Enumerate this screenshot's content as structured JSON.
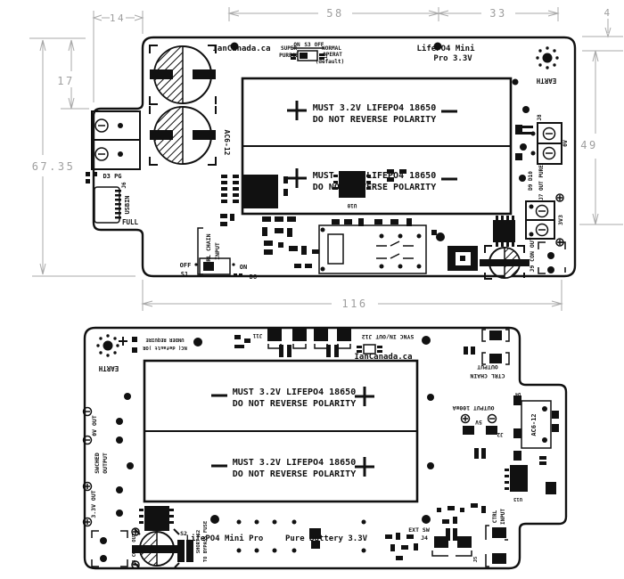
{
  "colors": {
    "silkscreen": "#111111",
    "dimension": "#9e9e9e",
    "background": "#ffffff"
  },
  "dims": {
    "w14": "14",
    "w58": "58",
    "w33": "33",
    "w4": "4",
    "h17": "17",
    "h6735": "67.35",
    "h49": "49",
    "w116": "116"
  },
  "battery_label": {
    "line1": "MUST 3.2V LIFEPO4 18650",
    "line2": "DO NOT REVERSE POLARITY"
  },
  "top": {
    "brand": "IanCanada.ca",
    "s3": {
      "left1": "SUPER",
      "left2": "PUREGE",
      "on": "ON",
      "ref": "S3",
      "off": "OFF",
      "pins": "12",
      "right1": "NORMAL",
      "right2": "OPERAT",
      "right3": "(default)"
    },
    "title1": "LifePO4 Mini",
    "title2": "Pro  3.3V",
    "earth": "EARTH",
    "ac": "AC6-12",
    "d3pg": "D3 PG",
    "j6": "J6",
    "usbin": "USBIN",
    "full": "FULL",
    "u10": "U10",
    "ctrl1": "CTRL CHAIN",
    "ctrl2": "INPUT",
    "s1_off": "OFF",
    "s1": "S1",
    "s1_on": "ON",
    "d8": "D8",
    "j8": "J8",
    "v0": "0V",
    "d9": "D9 D10",
    "j7": "J7 OUT PURE",
    "v33": "3V3",
    "j9": "J9 CON OUT"
  },
  "bottom": {
    "earth": "EARTH",
    "note1": "NC( default )OR",
    "note2": "UNDER REQUIRE",
    "j11": "J11",
    "j12": "SYNC IN/OUT J12",
    "brand": "IanCanada.ca",
    "ctrlout1": "CTRL CHAIN",
    "ctrlout2": "OUTPUT",
    "out100": "OUTPUT 100mA",
    "v5": "5V",
    "j2": "J2",
    "ac": "AC6-12",
    "l0": "0V OUT",
    "lsw1": "SWCHED",
    "lsw2": "OUTPUT",
    "l33": "3.3V OUT",
    "j8": "J8 CONT OUT",
    "s2": "S2",
    "s2a": "SHORT S2",
    "s2b": "TO BYPASS FUSE",
    "title1": "LifePO4 Mini Pro",
    "title2": "Pure Battery 3.3V",
    "extsw": "EXT SW",
    "j4": "J4",
    "j5": "J5",
    "ctrlin1": "CTRL",
    "ctrlin2": "INPUT",
    "u13": "U13",
    "d4": "D4"
  }
}
